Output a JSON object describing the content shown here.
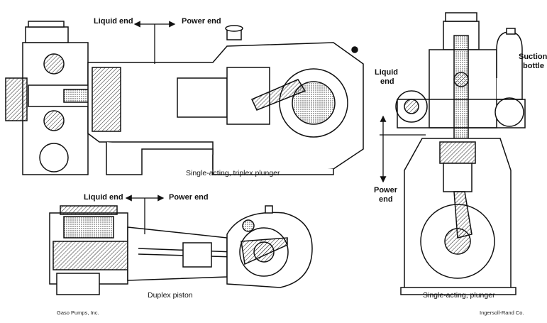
{
  "top_pump": {
    "liquid_end_label": "Liquid end",
    "power_end_label": "Power end",
    "caption": "Single-acting, triplex plunger"
  },
  "bottom_pump": {
    "liquid_end_label": "Liquid end",
    "power_end_label": "Power end",
    "caption": "Duplex piston"
  },
  "right_pump": {
    "suction_label_line1": "Suction",
    "suction_label_line2": "bottle",
    "liquid_end_line1": "Liquid",
    "liquid_end_line2": "end",
    "power_end_line1": "Power",
    "power_end_line2": "end",
    "caption": "Single-acting, plunger"
  },
  "credits": {
    "left": "Gaso Pumps, Inc.",
    "right": "Ingersoll-Rand Co."
  }
}
